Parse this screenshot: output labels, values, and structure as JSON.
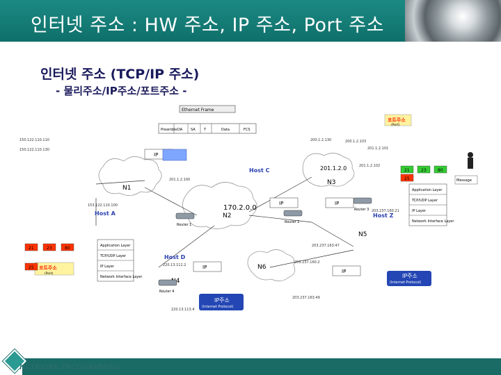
{
  "header": {
    "title": "인터넷 주소 : HW 주소, IP 주소, Port 주소"
  },
  "slide": {
    "title": "인터넷 주소 (TCP/IP 주소)",
    "subtitle": "- 물리주소/IP주소/포트주소 -"
  },
  "diagram": {
    "ethernet_frame": "Ethernet Frame",
    "frame_fields": [
      "Preamble",
      "DA",
      "SA",
      "T",
      "Data",
      "FCS"
    ],
    "host_labels": [
      "Host A",
      "Host C",
      "Host D",
      "Host Z"
    ],
    "network_labels": [
      "N1",
      "N2",
      "N3",
      "N4",
      "N5",
      "N6"
    ],
    "center_address": "170.2.0.0",
    "n3_address": "201.1.2.0",
    "router_labels": [
      "Router 1",
      "Router 2",
      "Router 3",
      "Router 4"
    ],
    "ip_labels": [
      "IP",
      "IP",
      "IP",
      "IP",
      "IP"
    ],
    "port_label": "포트주소",
    "port_sub": "(Port)",
    "ip_label": "IP주소",
    "ip_sub": "(Internet Protocol)",
    "port_numbers": [
      "21",
      "23",
      "80",
      "25"
    ],
    "address_texts": [
      "150.122.110.110",
      "150.122.110.130",
      "153.122.110.100",
      "200.1.2.130",
      "201.1.2.101",
      "201.1.2.100",
      "200.1.2.103",
      "201.1.2.102",
      "203.237.160.2",
      "203.237.163.49",
      "203.237.163.47",
      "220.13.112.2",
      "220.13.113.4",
      "203.237.160.21"
    ],
    "layer_labels": [
      "Application Layer",
      "TCP/UDP Layer",
      "IP Layer",
      "Network Interface Layer"
    ],
    "message_label": "Message"
  },
  "footer": {
    "text": "NETWORK PROGRAMMING"
  },
  "colors": {
    "header_bg": "#157c76",
    "title_navy": "#1a1a5c",
    "label_red": "#ff2a00",
    "cloud_stroke": "#9a9a9a",
    "badge_blue": "#2346b4",
    "net_blue": "#2a3fb0"
  }
}
